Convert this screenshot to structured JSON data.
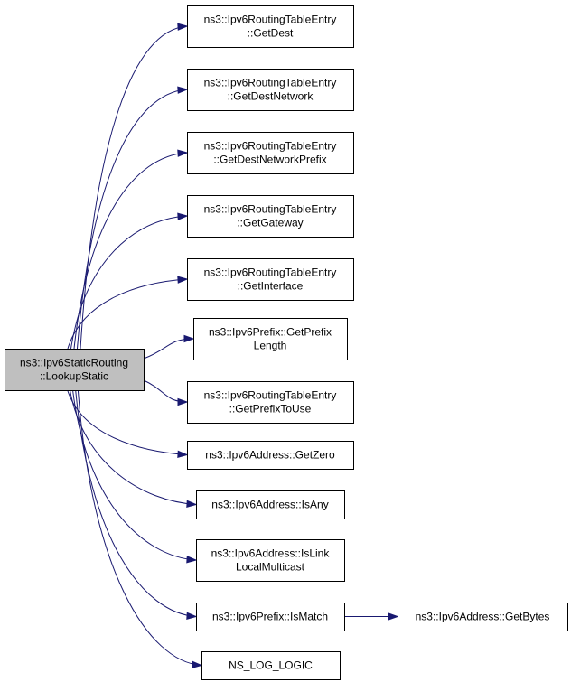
{
  "graph": {
    "edge_color": "#191970",
    "root": {
      "id": "lookup_static",
      "lines": [
        "ns3::Ipv6StaticRouting",
        "::LookupStatic"
      ],
      "fill": "#bfbfbf"
    },
    "callees": [
      {
        "id": "get_dest",
        "lines": [
          "ns3::Ipv6RoutingTableEntry",
          "::GetDest"
        ]
      },
      {
        "id": "get_dest_network",
        "lines": [
          "ns3::Ipv6RoutingTableEntry",
          "::GetDestNetwork"
        ]
      },
      {
        "id": "get_dest_network_prefix",
        "lines": [
          "ns3::Ipv6RoutingTableEntry",
          "::GetDestNetworkPrefix"
        ]
      },
      {
        "id": "get_gateway",
        "lines": [
          "ns3::Ipv6RoutingTableEntry",
          "::GetGateway"
        ]
      },
      {
        "id": "get_interface",
        "lines": [
          "ns3::Ipv6RoutingTableEntry",
          "::GetInterface"
        ]
      },
      {
        "id": "get_prefix_length",
        "lines": [
          "ns3::Ipv6Prefix::GetPrefix",
          "Length"
        ]
      },
      {
        "id": "get_prefix_to_use",
        "lines": [
          "ns3::Ipv6RoutingTableEntry",
          "::GetPrefixToUse"
        ]
      },
      {
        "id": "get_zero",
        "lines": [
          "ns3::Ipv6Address::GetZero"
        ]
      },
      {
        "id": "is_any",
        "lines": [
          "ns3::Ipv6Address::IsAny"
        ]
      },
      {
        "id": "is_link_local_multicast",
        "lines": [
          "ns3::Ipv6Address::IsLink",
          "LocalMulticast"
        ]
      },
      {
        "id": "is_match",
        "lines": [
          "ns3::Ipv6Prefix::IsMatch"
        ]
      },
      {
        "id": "ns_log_logic",
        "lines": [
          "NS_LOG_LOGIC"
        ]
      }
    ],
    "secondary": [
      {
        "id": "get_bytes",
        "lines": [
          "ns3::Ipv6Address::GetBytes"
        ],
        "called_by": "is_match"
      }
    ]
  }
}
